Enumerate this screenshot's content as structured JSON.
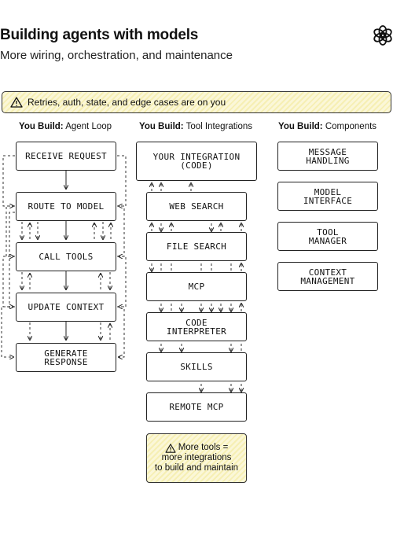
{
  "header": {
    "title": "Building agents with models",
    "subtitle": "More wiring, orchestration, and maintenance"
  },
  "banner": {
    "text": "Retries, auth, state, and edge cases are on you",
    "icon": "warning-icon"
  },
  "columns": [
    {
      "prefix": "You Build:",
      "label": "Agent Loop"
    },
    {
      "prefix": "You Build:",
      "label": "Tool Integrations"
    },
    {
      "prefix": "You Build:",
      "label": "Components"
    }
  ],
  "agent_loop": [
    "RECEIVE REQUEST",
    "ROUTE TO MODEL",
    "CALL TOOLS",
    "UPDATE CONTEXT",
    "GENERATE\nRESPONSE"
  ],
  "tool_integrations": [
    "YOUR INTEGRATION\n(CODE)",
    "WEB SEARCH",
    "FILE SEARCH",
    "MCP",
    "CODE\nINTERPRETER",
    "SKILLS",
    "REMOTE MCP"
  ],
  "components": [
    "MESSAGE\nHANDLING",
    "MODEL\nINTERFACE",
    "TOOL\nMANAGER",
    "CONTEXT\nMANAGEMENT"
  ],
  "note": {
    "line1": "More tools =",
    "line2": "more integrations",
    "line3": "to build and maintain",
    "icon": "warning-icon"
  },
  "colors": {
    "highlight": "#f6efb4",
    "stroke": "#222222"
  }
}
